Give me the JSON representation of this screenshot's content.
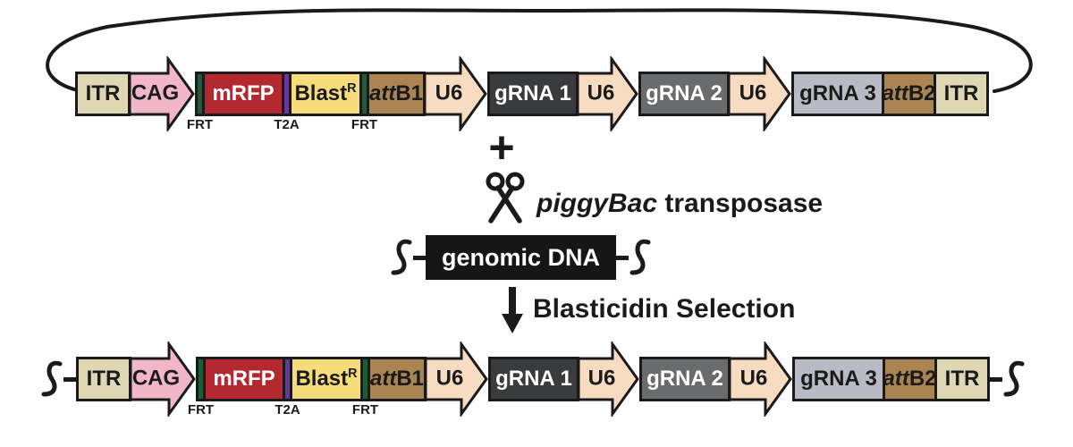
{
  "colors": {
    "outline": "#1a1a1a",
    "genomic_box": "#161616",
    "genomic_text": "#ffffff"
  },
  "construct": {
    "segments": [
      {
        "id": "itr-left",
        "type": "box",
        "w": 62,
        "fill": "#ddd7b4",
        "color": "#1a1a1a",
        "parts": [
          {
            "text": "ITR"
          }
        ]
      },
      {
        "id": "cag-promoter",
        "type": "arrow",
        "w": 75,
        "fill": "#f1b7c9",
        "parts": [
          {
            "text": "CAG"
          }
        ]
      },
      {
        "id": "frt-1",
        "type": "box",
        "w": 11,
        "fill": "#1d5c36",
        "parts": [],
        "below": "FRT"
      },
      {
        "id": "mrfp",
        "type": "box",
        "w": 92,
        "fill": "#b3292f",
        "color": "#ffffff",
        "parts": [
          {
            "text": "mRFP"
          }
        ]
      },
      {
        "id": "t2a",
        "type": "box",
        "w": 11,
        "fill": "#653a9c",
        "parts": [],
        "below": "T2A"
      },
      {
        "id": "blast-r",
        "type": "box",
        "w": 82,
        "fill": "#f6dc7b",
        "color": "#1a1a1a",
        "parts": [
          {
            "text": "Blast"
          },
          {
            "text": "R",
            "sup": true
          }
        ]
      },
      {
        "id": "frt-2",
        "type": "box",
        "w": 11,
        "fill": "#1d5c36",
        "parts": [],
        "below": "FRT"
      },
      {
        "id": "attb1",
        "type": "box",
        "w": 66,
        "fill": "#ab8453",
        "color": "#1a1a1a",
        "parts": [
          {
            "text": "att",
            "italic": true
          },
          {
            "text": "B1"
          }
        ]
      },
      {
        "id": "u6-1",
        "type": "arrow",
        "w": 72,
        "fill": "#f7dcc1",
        "parts": [
          {
            "text": "U6"
          }
        ]
      },
      {
        "id": "grna-1",
        "type": "box",
        "w": 102,
        "fill": "#393b3c",
        "color": "#ffffff",
        "parts": [
          {
            "text": "gRNA 1"
          }
        ]
      },
      {
        "id": "u6-2",
        "type": "arrow",
        "w": 70,
        "fill": "#f7dcc1",
        "parts": [
          {
            "text": "U6"
          }
        ]
      },
      {
        "id": "grna-2",
        "type": "box",
        "w": 102,
        "fill": "#696b6d",
        "color": "#ffffff",
        "parts": [
          {
            "text": "gRNA 2"
          }
        ]
      },
      {
        "id": "u6-3",
        "type": "arrow",
        "w": 72,
        "fill": "#f7dcc1",
        "parts": [
          {
            "text": "U6"
          }
        ]
      },
      {
        "id": "grna-3",
        "type": "box",
        "w": 104,
        "fill": "#b8bbc3",
        "color": "#1a1a1a",
        "parts": [
          {
            "text": "gRNA 3"
          }
        ]
      },
      {
        "id": "attb2",
        "type": "box",
        "w": 61,
        "fill": "#ab8453",
        "color": "#1a1a1a",
        "parts": [
          {
            "text": "att",
            "italic": true
          },
          {
            "text": "B2"
          }
        ]
      },
      {
        "id": "itr-right",
        "type": "box",
        "w": 62,
        "fill": "#ddd7b4",
        "color": "#1a1a1a",
        "parts": [
          {
            "text": "ITR"
          }
        ]
      }
    ]
  },
  "middle": {
    "plus": "+",
    "transposase_italic": "piggyBac",
    "transposase_rest": " transposase",
    "genomic_dna": "genomic DNA",
    "selection": "Blasticidin Selection"
  }
}
